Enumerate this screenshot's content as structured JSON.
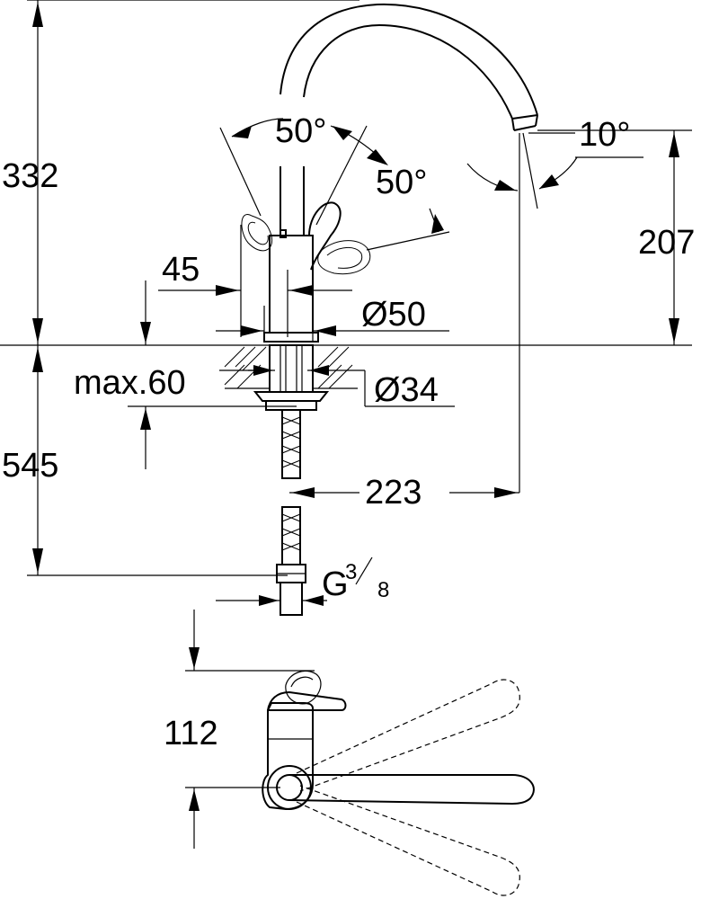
{
  "dimensions": {
    "total_height_above": "332",
    "spout_height": "207",
    "below_deck": "545",
    "max_deck_thickness": "max.60",
    "handle_offset": "45",
    "base_diameter": "Ø50",
    "hole_diameter": "Ø34",
    "spout_reach": "223",
    "handle_angle_left": "50°",
    "handle_angle_right": "50°",
    "spout_angle": "10°",
    "connection_thread": "G",
    "connection_thread_num": "3",
    "connection_thread_den": "8",
    "top_view_height": "112"
  }
}
